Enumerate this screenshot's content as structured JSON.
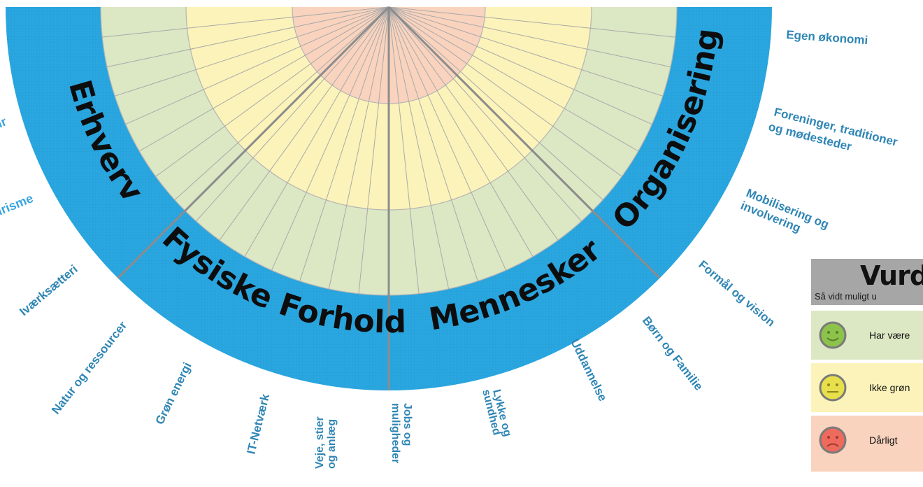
{
  "wheel": {
    "sectors": [
      {
        "name": "Erhverv"
      },
      {
        "name": "Fysiske Forhold"
      },
      {
        "name": "Mennesker"
      },
      {
        "name": "Organisering"
      }
    ],
    "factors": [
      {
        "label": "ur",
        "color": "#3aa4de"
      },
      {
        "label": "urisme",
        "color": "#3aa4de"
      },
      {
        "label": "Iværksætteri",
        "color": "#2f86b5"
      },
      {
        "label": "Natur og ressourcer",
        "color": "#2f86b5"
      },
      {
        "label": "Grøn energi",
        "color": "#2f86b5"
      },
      {
        "label": "IT-Netværk",
        "color": "#2f86b5"
      },
      {
        "label": "Veje, stier og anlæg",
        "color": "#2f86b5"
      },
      {
        "label": "Jobs og muligheder",
        "color": "#2f86b5"
      },
      {
        "label": "Lykke og sundhed",
        "color": "#2f86b5"
      },
      {
        "label": "Uddannelse",
        "color": "#2f86b5"
      },
      {
        "label": "Børn og Familie",
        "color": "#2f86b5"
      },
      {
        "label": "Formål og vision",
        "color": "#2f86b5"
      },
      {
        "label": "Mobilisering og involvering",
        "color": "#2f86b5"
      },
      {
        "label": "Foreninger, traditioner og mødesteder",
        "color": "#2f86b5"
      },
      {
        "label": "Egen økonomi",
        "color": "#2f86b5"
      }
    ],
    "colors": {
      "band": "#2aa6e0",
      "good": "#dce7c4",
      "neutral": "#fbf3b9",
      "bad": "#f9d3be",
      "divider": "#8c8c8c"
    }
  },
  "legend": {
    "title": "Vurd",
    "subtitle": "Så vidt muligt u",
    "items": [
      {
        "label": "Har være",
        "level": "good",
        "icon": "happy-smiley-icon",
        "face": "#8cc34a"
      },
      {
        "label": "Ikke grøn",
        "level": "neutral",
        "icon": "neutral-smiley-icon",
        "face": "#e8e04a"
      },
      {
        "label": "Dårligt",
        "level": "bad",
        "icon": "sad-smiley-icon",
        "face": "#ee6a5c"
      }
    ]
  }
}
